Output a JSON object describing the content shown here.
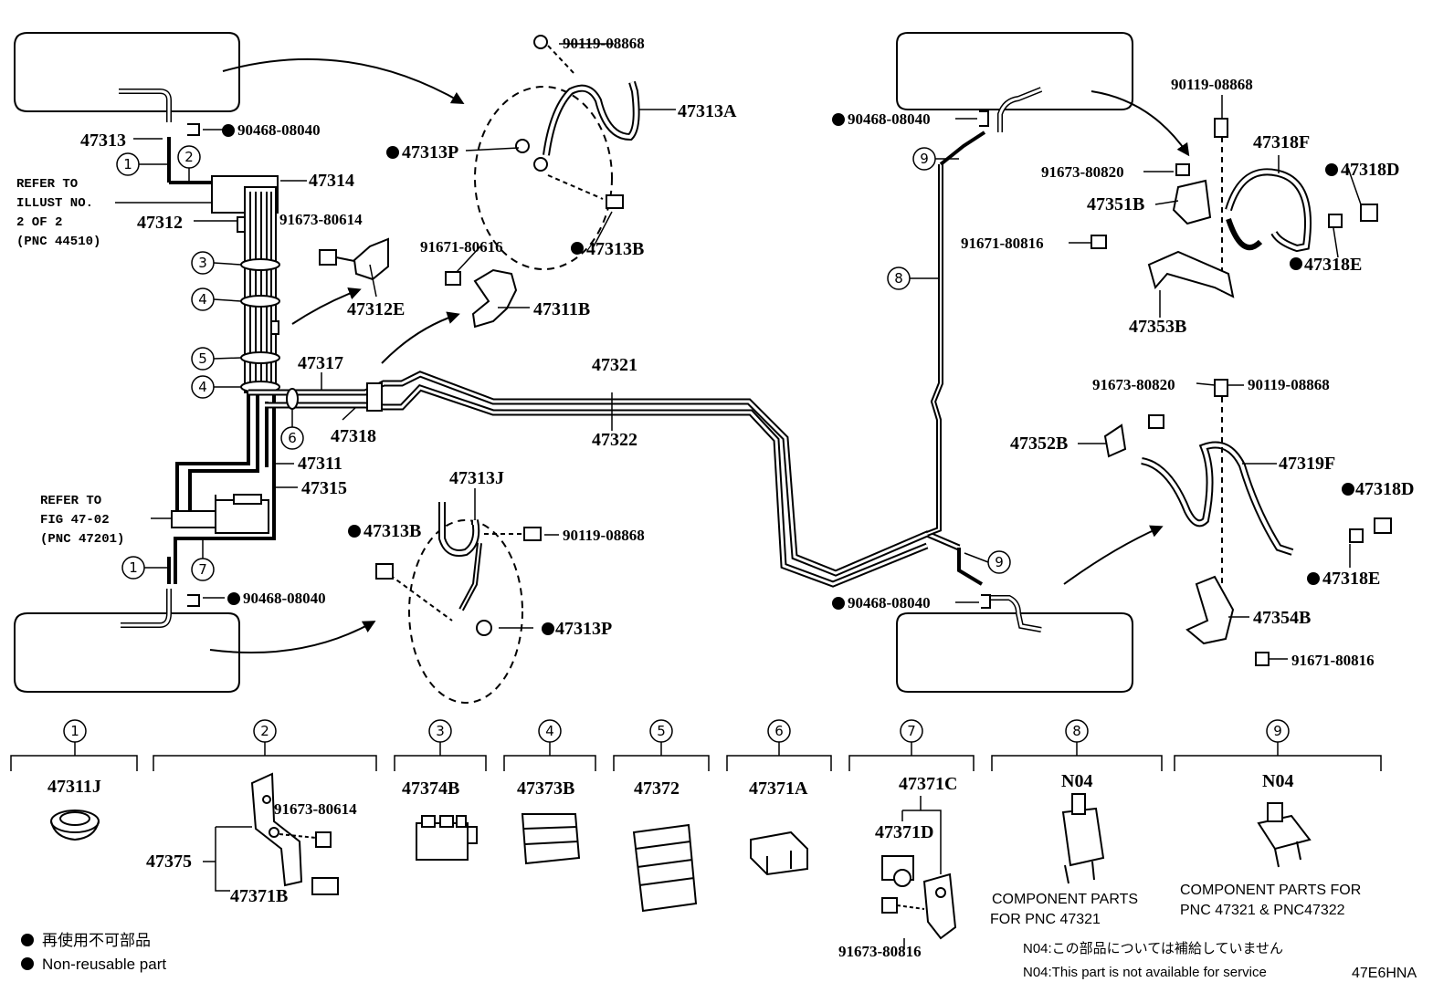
{
  "labels": {
    "p47313": "47313",
    "p47313A": "47313A",
    "p47313P_top": "47313P",
    "p47313B_top": "47313B",
    "p47314": "47314",
    "p47312": "47312",
    "p47312E": "47312E",
    "p47311B": "47311B",
    "p47317": "47317",
    "p47318": "47318",
    "p47311": "47311",
    "p47315": "47315",
    "p47321": "47321",
    "p47322": "47322",
    "p47313J": "47313J",
    "p47313B_bot": "47313B",
    "p47313P_bot": "47313P",
    "p47318F": "47318F",
    "p47318D_top": "47318D",
    "p47351B": "47351B",
    "p47318E_top": "47318E",
    "p47353B": "47353B",
    "p47352B": "47352B",
    "p47319F": "47319F",
    "p47318D_bot": "47318D",
    "p47318E_bot": "47318E",
    "p47354B": "47354B",
    "b90119_a": "90119-08868",
    "b90119_b": "90119-08868",
    "b90119_c": "90119-08868",
    "b90119_d": "90119-08868",
    "b90468_a": "90468-08040",
    "b90468_b": "90468-08040",
    "b90468_c": "90468-08040",
    "b90468_d": "90468-08040",
    "b91673_80614_a": "91673-80614",
    "b91671_80616": "91671-80616",
    "b91673_80820_a": "91673-80820",
    "b91671_80816_a": "91671-80816",
    "b91673_80820_b": "91673-80820",
    "b91671_80816_b": "91671-80816",
    "refer_illust_1": "REFER TO",
    "refer_illust_2": "ILLUST NO.",
    "refer_illust_3": "2 OF 2",
    "refer_illust_4": "(PNC 44510)",
    "refer_fig_1": "REFER TO",
    "refer_fig_2": "FIG 47-02",
    "refer_fig_3": "(PNC 47201)"
  },
  "callouts": [
    "1",
    "2",
    "3",
    "4",
    "5",
    "4",
    "6",
    "1",
    "7",
    "9",
    "8",
    "9"
  ],
  "components": [
    {
      "num": "1",
      "part": "47311J"
    },
    {
      "num": "2",
      "part": "47375",
      "sub1": "91673-80614",
      "sub2": "47371B"
    },
    {
      "num": "3",
      "part": "47374B"
    },
    {
      "num": "4",
      "part": "47373B"
    },
    {
      "num": "5",
      "part": "47372"
    },
    {
      "num": "6",
      "part": "47371A"
    },
    {
      "num": "7",
      "part": "47371C",
      "sub1": "47371D",
      "sub2": "91673-80816"
    },
    {
      "num": "8",
      "part": "N04",
      "note1": "COMPONENT PARTS",
      "note2": "FOR  PNC 47321"
    },
    {
      "num": "9",
      "part": "N04",
      "note1": "COMPONENT PARTS FOR",
      "note2": "PNC 47321 & PNC47322"
    }
  ],
  "legend": {
    "jp": "再使用不可部品",
    "en": "Non-reusable part"
  },
  "footnote": {
    "jp": "N04:この部品については補給していません",
    "en": "N04:This part is not available for service"
  },
  "figure_code": "47E6HNA"
}
